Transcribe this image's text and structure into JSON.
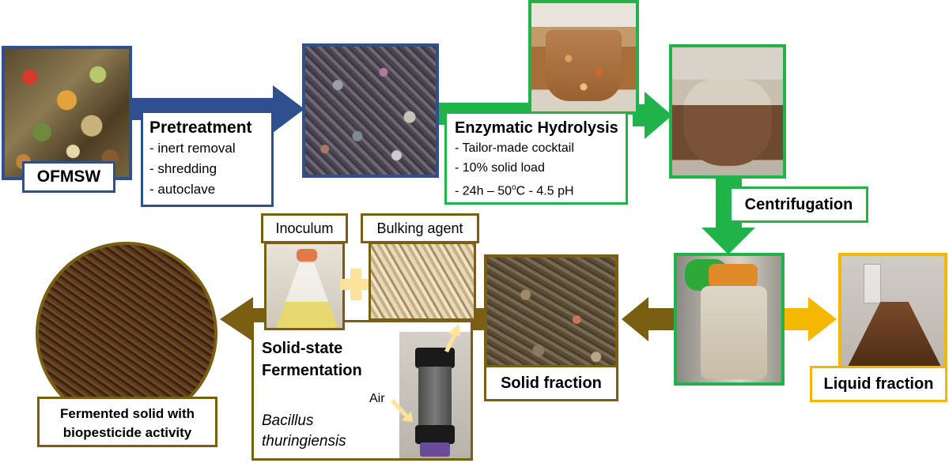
{
  "colors": {
    "blue": "#2f4f8f",
    "green": "#1fb34a",
    "brown": "#7a5f12",
    "yellow": "#f5b800",
    "plus": "#fde29a"
  },
  "ofmsw": {
    "label": "OFMSW"
  },
  "pretreatment": {
    "title": "Pretreatment",
    "steps": [
      "- inert removal",
      "- shredding",
      "- autoclave"
    ]
  },
  "hydrolysis": {
    "title": "Enzymatic Hydrolysis",
    "line1": "- Tailor-made cocktail",
    "line2": "- 10% solid load",
    "line3_pre": "- 24h – 50",
    "line3_sup": "o",
    "line3_post": "C - 4.5 pH"
  },
  "centrifugation": {
    "label": "Centrifugation"
  },
  "liquid_fraction": {
    "label": "Liquid fraction"
  },
  "solid_fraction": {
    "label": "Solid fraction"
  },
  "inoculum": {
    "label": "Inoculum"
  },
  "bulking_agent": {
    "label": "Bulking agent"
  },
  "ssf": {
    "title_line1": "Solid-state",
    "title_line2": "Fermentation",
    "organism_line1": "Bacillus",
    "organism_line2": "thuringiensis",
    "air_label": "Air"
  },
  "fermented": {
    "line1": "Fermented solid with",
    "line2": "biopesticide activity"
  },
  "icons": {
    "plus": "plus-icon",
    "arrows": "flow-arrow-icon"
  }
}
